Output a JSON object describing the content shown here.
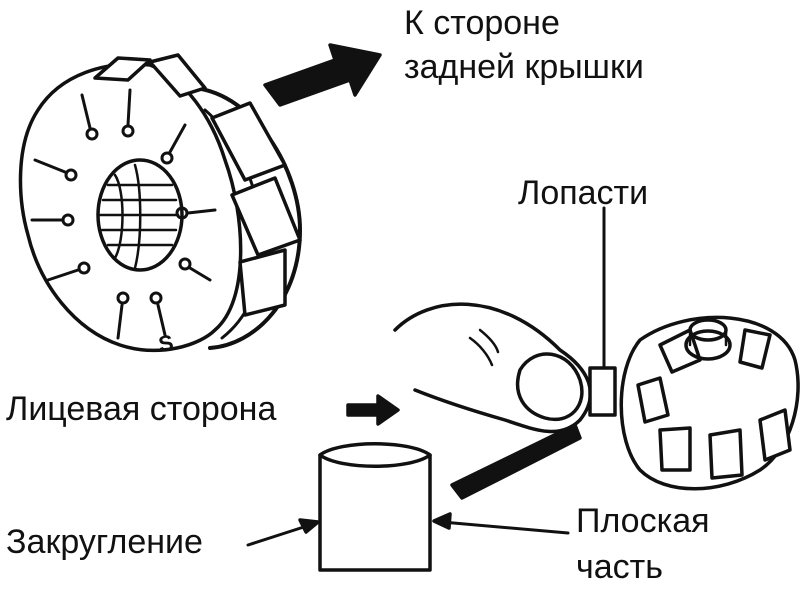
{
  "labels": {
    "rear_cover_line1": "К стороне",
    "rear_cover_line2": "задней крышки",
    "vanes": "Лопасти",
    "face_side": "Лицевая сторона",
    "rounding": "Закругление",
    "flat_part_line1": "Плоская",
    "flat_part_line2": "часть"
  },
  "rotor_marking": "S",
  "colors": {
    "ink": "#111111",
    "background": "#ffffff"
  }
}
